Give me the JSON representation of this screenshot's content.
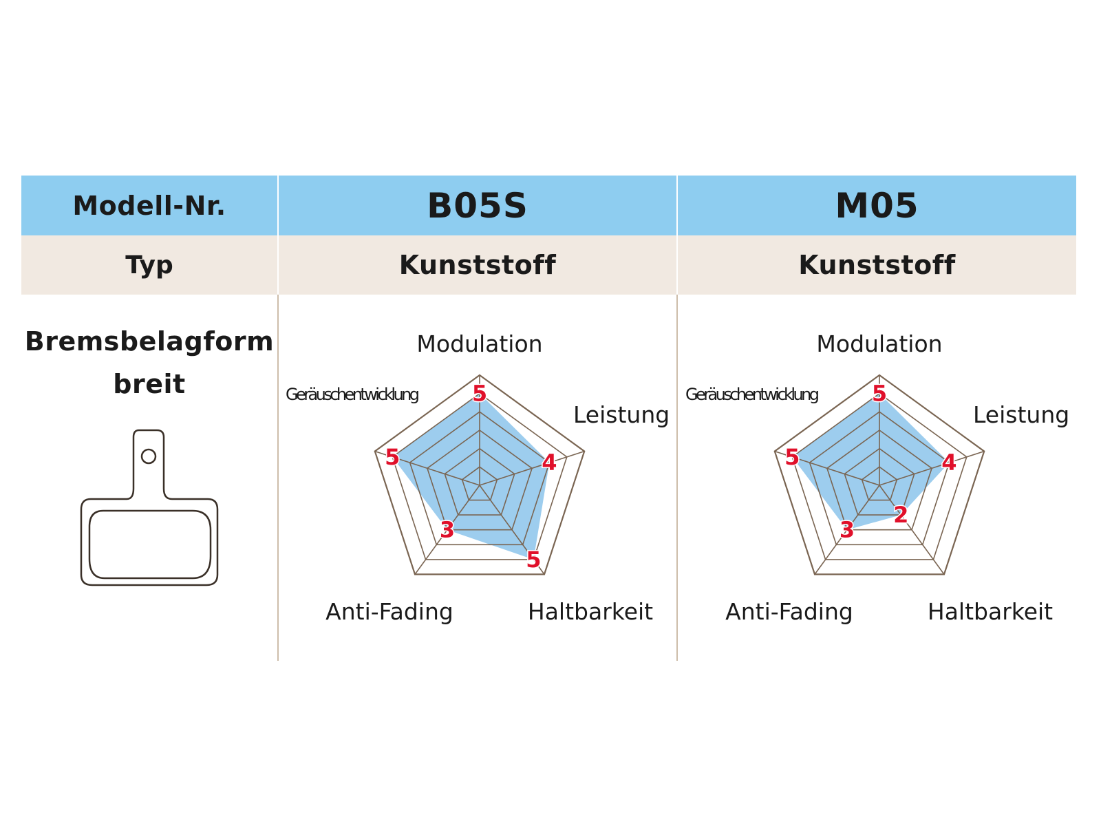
{
  "header": {
    "model_label": "Modell-Nr.",
    "models": [
      "B05S",
      "M05"
    ]
  },
  "type_row": {
    "label": "Typ",
    "values": [
      "Kunststoff",
      "Kunststoff"
    ]
  },
  "shape": {
    "line1": "Bremsbelagform",
    "line2": "breit"
  },
  "colors": {
    "header_bg": "#8ecdf0",
    "type_bg": "#f1e9e1",
    "fill": "#9dcdee",
    "grid": "#7a6552",
    "value_label": "#e0102a"
  },
  "chart_data": [
    {
      "type": "radar",
      "title": "B05S",
      "axes": [
        "Modulation",
        "Leistung",
        "Haltbarkeit",
        "Anti-Fading",
        "Geräuschentwicklung"
      ],
      "values": [
        5,
        4,
        5,
        3,
        5
      ],
      "scale": [
        0,
        6
      ]
    },
    {
      "type": "radar",
      "title": "M05",
      "axes": [
        "Modulation",
        "Leistung",
        "Haltbarkeit",
        "Anti-Fading",
        "Geräuschentwicklung"
      ],
      "values": [
        5,
        4,
        2,
        3,
        5
      ],
      "scale": [
        0,
        6
      ]
    }
  ]
}
